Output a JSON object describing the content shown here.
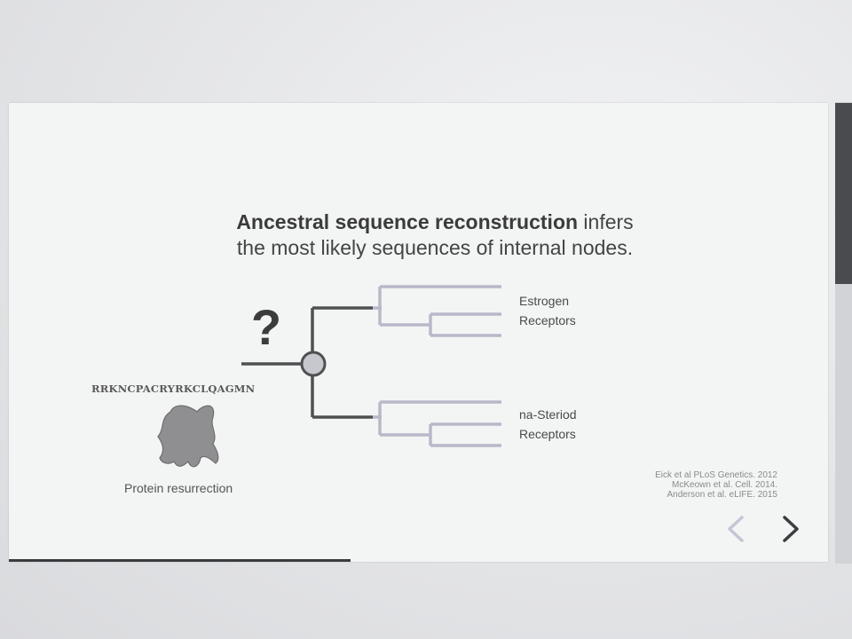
{
  "slide": {
    "title_bold": "Ancestral sequence reconstruction",
    "title_rest": " infers",
    "title_line2": "the most likely sequences of internal nodes.",
    "question_mark": "?",
    "sequence": "RRKNCPACRYRKCLQAGMN",
    "caption": "Protein resurrection",
    "clade_top_line1": "Estrogen",
    "clade_top_line2": "Receptors",
    "clade_bottom_line1": "na-Steriod",
    "clade_bottom_line2": "Receptors",
    "references": [
      "Eick et al PLoS Genetics. 2012",
      "McKeown et al. Cell. 2014.",
      "Anderson et al. eLIFE. 2015"
    ]
  },
  "nav": {
    "prev_icon": "chevron-left-icon",
    "next_icon": "chevron-right-icon"
  },
  "colors": {
    "tree_dark": "#4f5052",
    "tree_light": "#b7b9c9",
    "node_fill": "#c7c8cd"
  }
}
